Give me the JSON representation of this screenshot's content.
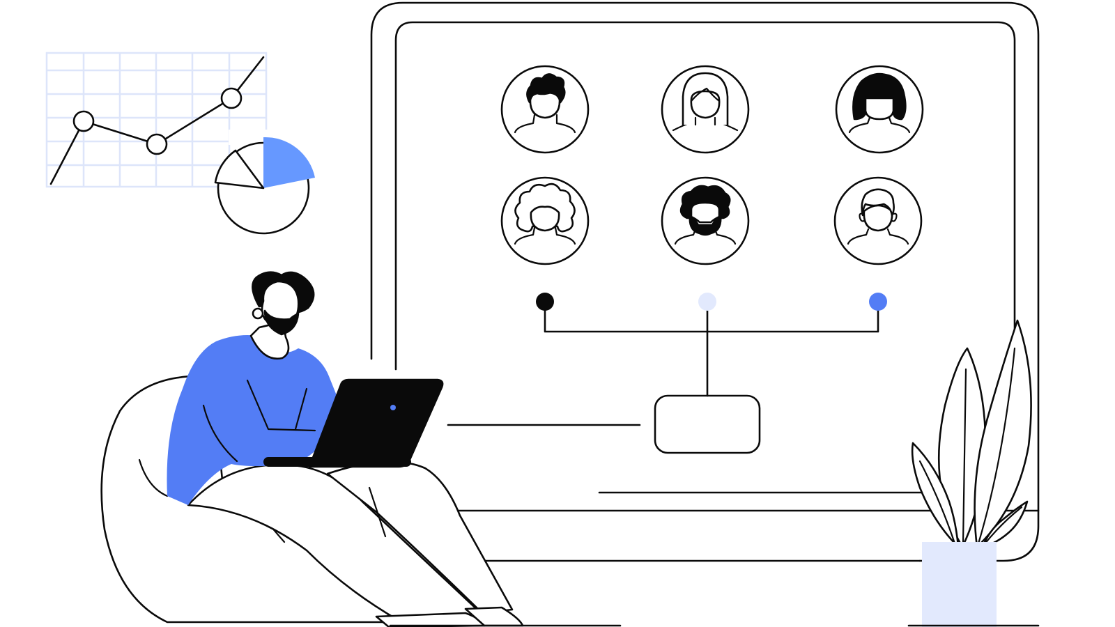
{
  "colors": {
    "accent": "#537df5",
    "accent_light": "#e2e9fd",
    "pie_fill": "#6698ff",
    "grid": "#dde5fa",
    "line": "#0a0a0a",
    "background": "#ffffff"
  },
  "icons": {
    "line_chart": "line-chart-icon",
    "pie_chart": "pie-chart-icon",
    "avatar": "user-avatar-icon",
    "plant": "plant-icon"
  },
  "avatars": [
    {
      "name": "avatar-short-curly-hair"
    },
    {
      "name": "avatar-long-hair"
    },
    {
      "name": "avatar-black-bob-hair"
    },
    {
      "name": "avatar-curly-hair"
    },
    {
      "name": "avatar-bearded"
    },
    {
      "name": "avatar-short-hair"
    }
  ],
  "selector_dots": [
    {
      "name": "dot-black",
      "color": "#0a0a0a"
    },
    {
      "name": "dot-light",
      "color": "#e2e9fd"
    },
    {
      "name": "dot-blue",
      "color": "#537df5"
    }
  ]
}
